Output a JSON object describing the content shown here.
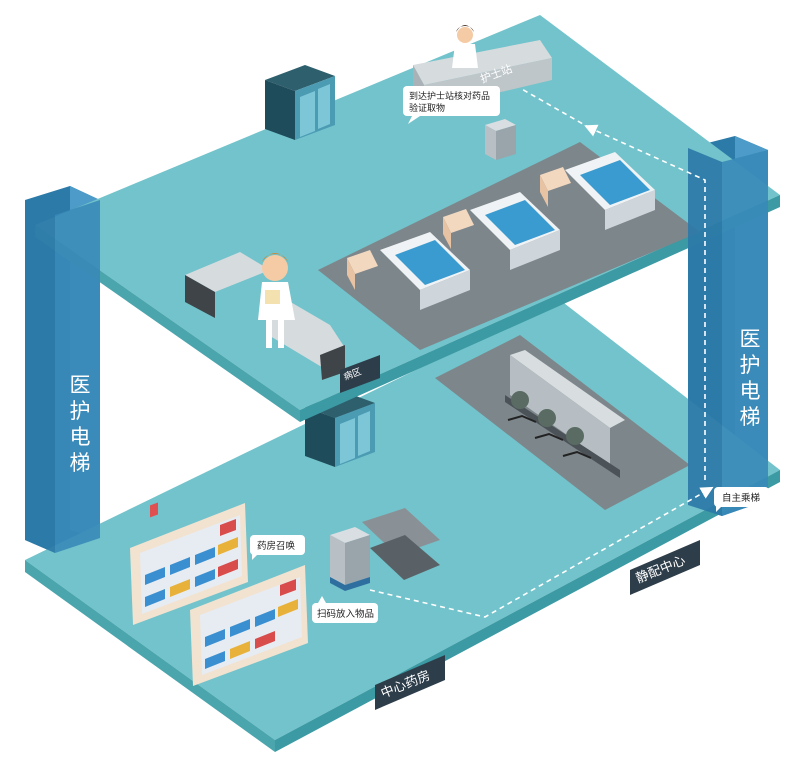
{
  "elevator_left": {
    "label": "医护电梯"
  },
  "elevator_right": {
    "label": "医护电梯"
  },
  "upper_floor": {
    "nurse_station_sign": "护士站",
    "ward_label": "病区",
    "callout_nurse_station": [
      "到达护士站核对药品",
      "验证取物"
    ]
  },
  "lower_floor": {
    "pharmacy_label": "中心药房",
    "dispensing_label": "静配中心",
    "callout_pharmacy_call": "药房召唤",
    "callout_scan": "扫码放入物品",
    "callout_self_ride": "自主乘梯"
  },
  "colors": {
    "floor_top": "#6cc0c8",
    "floor_edge": "#4aa5ad",
    "room_gray": "#7d868b",
    "elevator_blue": "#2f7fae",
    "dark_label": "#2e3d4a"
  }
}
